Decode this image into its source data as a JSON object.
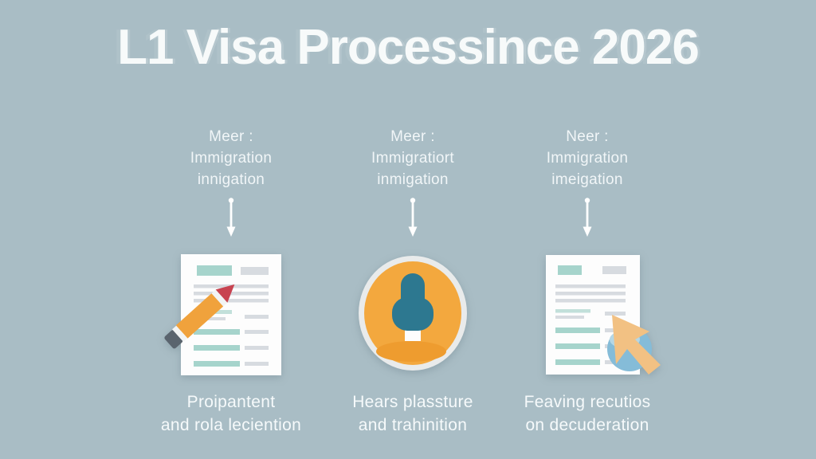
{
  "title": "L1 Visa Processince 2026",
  "colors": {
    "background": "#a9bdc5",
    "title_text": "#f7fafa",
    "label_text": "#f3f8f9",
    "arrow": "#ffffff",
    "document": "#fdfdfd",
    "teal_line": "#a6d4cc",
    "teal_line_light": "#c2e0da",
    "gray_line": "#d7dbe0",
    "pencil_body": "#f0a23c",
    "pencil_band": "#f2f4f4",
    "pencil_tip": "#c84350",
    "pencil_eraser": "#5a646e",
    "mic_ring": "#e9ebeb",
    "mic_badge": "#f3a83e",
    "mic_shadow": "#ee9c2f",
    "microphone": "#2d7890",
    "mic_stem": "#fdfdfd",
    "cursor": "#f2c183",
    "cursor_circle": "#85bcd8",
    "cursor_circle_highlight": "#b5d7e5"
  },
  "columns": [
    {
      "label_lines": [
        "Meer :",
        "Immigration",
        "innigation"
      ],
      "icon": "document-pencil-icon",
      "caption_lines": [
        "Proipantent",
        "and rola leciention"
      ]
    },
    {
      "label_lines": [
        "Meer :",
        "Immigratiort",
        "inmigation"
      ],
      "icon": "microphone-badge-icon",
      "caption_lines": [
        "Hears plassture",
        "and trahinition"
      ]
    },
    {
      "label_lines": [
        "Neer :",
        "Immigration",
        "imeigation"
      ],
      "icon": "document-cursor-icon",
      "caption_lines": [
        "Feaving recutios",
        "on decuderation"
      ]
    }
  ]
}
